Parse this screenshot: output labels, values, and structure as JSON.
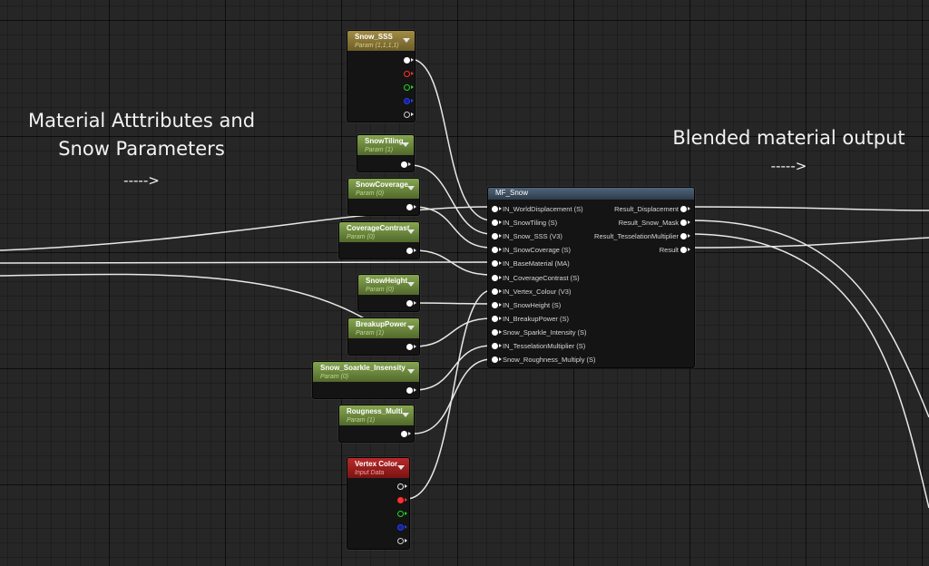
{
  "annotations": {
    "left_line1": "Material Atttributes and",
    "left_line2": "Snow Parameters",
    "left_arrow": "----->",
    "right_line1": "Blended material output",
    "right_arrow": "----->"
  },
  "nodes": {
    "snow_sss": {
      "title": "Snow_SSS",
      "subtitle": "Param (1,1,1,1)"
    },
    "snow_tiling": {
      "title": "SnowTiling",
      "subtitle": "Param (1)"
    },
    "snow_coverage": {
      "title": "SnowCoverage",
      "subtitle": "Param (0)"
    },
    "coverage_contrast": {
      "title": "CoverageContrast",
      "subtitle": "Param (0)"
    },
    "snow_height": {
      "title": "SnowHeight",
      "subtitle": "Param (0)"
    },
    "breakup_power": {
      "title": "BreakupPower",
      "subtitle": "Param (1)"
    },
    "snow_sparkle_intensity": {
      "title": "Snow_Soarkle_Insensity",
      "subtitle": "Param (0)"
    },
    "roughness_multi": {
      "title": "Rougness_Multi",
      "subtitle": "Param (1)"
    },
    "vertex_color": {
      "title": "Vertex Color",
      "subtitle": "Input Data"
    }
  },
  "mf_snow": {
    "title": "MF_Snow",
    "inputs": [
      "IN_WorldDisplacement (S)",
      "IN_SnowTiling (S)",
      "IN_Snow_SSS (V3)",
      "IN_SnowCoverage (S)",
      "IN_BaseMaterial (MA)",
      "IN_CoverageContrast (S)",
      "IN_Vertex_Colour (V3)",
      "IN_SnowHeight (S)",
      "IN_BreakupPower (S)",
      "Snow_Sparkle_Intensity (S)",
      "IN_TesselationMultiplier (S)",
      "Snow_Roughness_Multiply (S)"
    ],
    "outputs": [
      "Result_Displacement",
      "Result_Snow_Mask",
      "Result_TesselationMultiplier",
      "Result"
    ]
  },
  "colors": {
    "param_vector": "#a28d45",
    "param_scalar": "#86a651",
    "input_data": "#b82a2a",
    "function": "#50657a",
    "wire": "#e8e8e8"
  }
}
